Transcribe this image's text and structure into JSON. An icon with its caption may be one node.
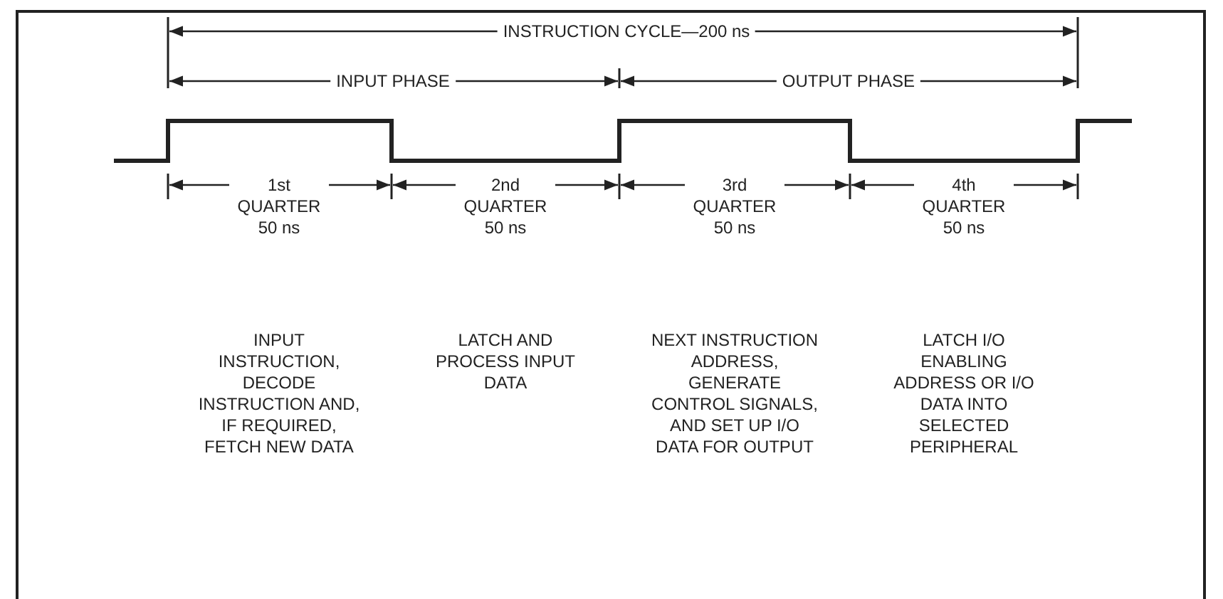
{
  "diagram": {
    "labels": [
      "INSTRUCTION CYCLE—200 ns",
      "INPUT PHASE",
      "OUTPUT PHASE",
      "1st QUARTER 50 ns",
      "2nd QUARTER 50 ns",
      "3rd QUARTER 50 ns",
      "4th QUARTER 50 ns",
      "INPUT INSTRUCTION, DECODE INSTRUCTION AND, IF REQUIRED, FETCH NEW DATA",
      "LATCH AND PROCESS INPUT DATA",
      "NEXT INSTRUCTION ADDRESS, GENERATE CONTROL SIGNALS, AND SET UP I/O DATA FOR OUTPUT",
      "LATCH I/O ENABLING ADDRESS OR I/O DATA INTO SELECTED PERIPHERAL"
    ]
  }
}
